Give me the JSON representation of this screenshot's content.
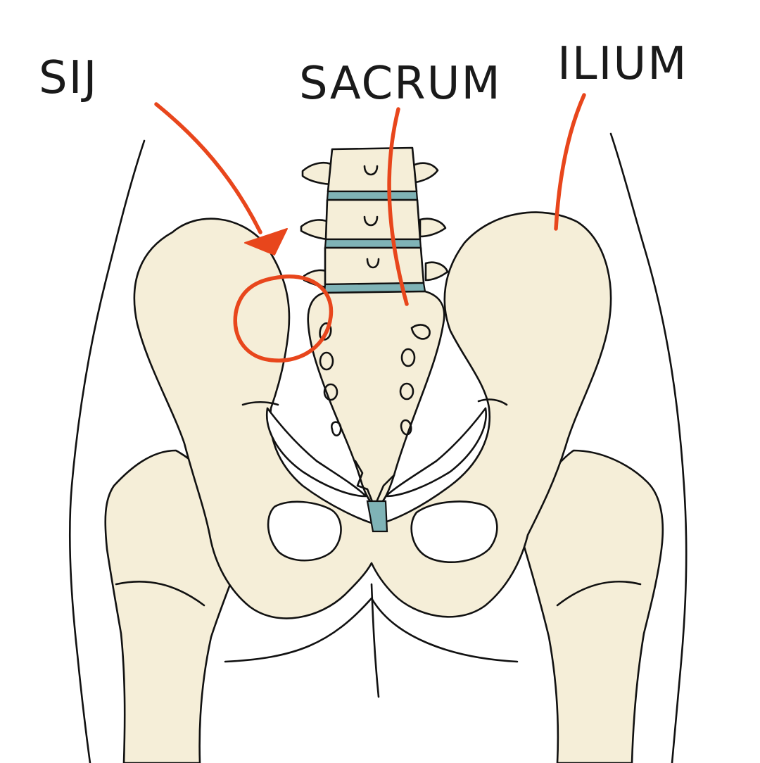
{
  "labels": {
    "sij": "SIJ",
    "sacrum": "SACRUM",
    "ilium": "ILIUM"
  },
  "colors": {
    "bone": "#f5eed8",
    "disc": "#7fb3b6",
    "pointer": "#e8461c",
    "outline": "#111111",
    "background": "#ffffff"
  }
}
